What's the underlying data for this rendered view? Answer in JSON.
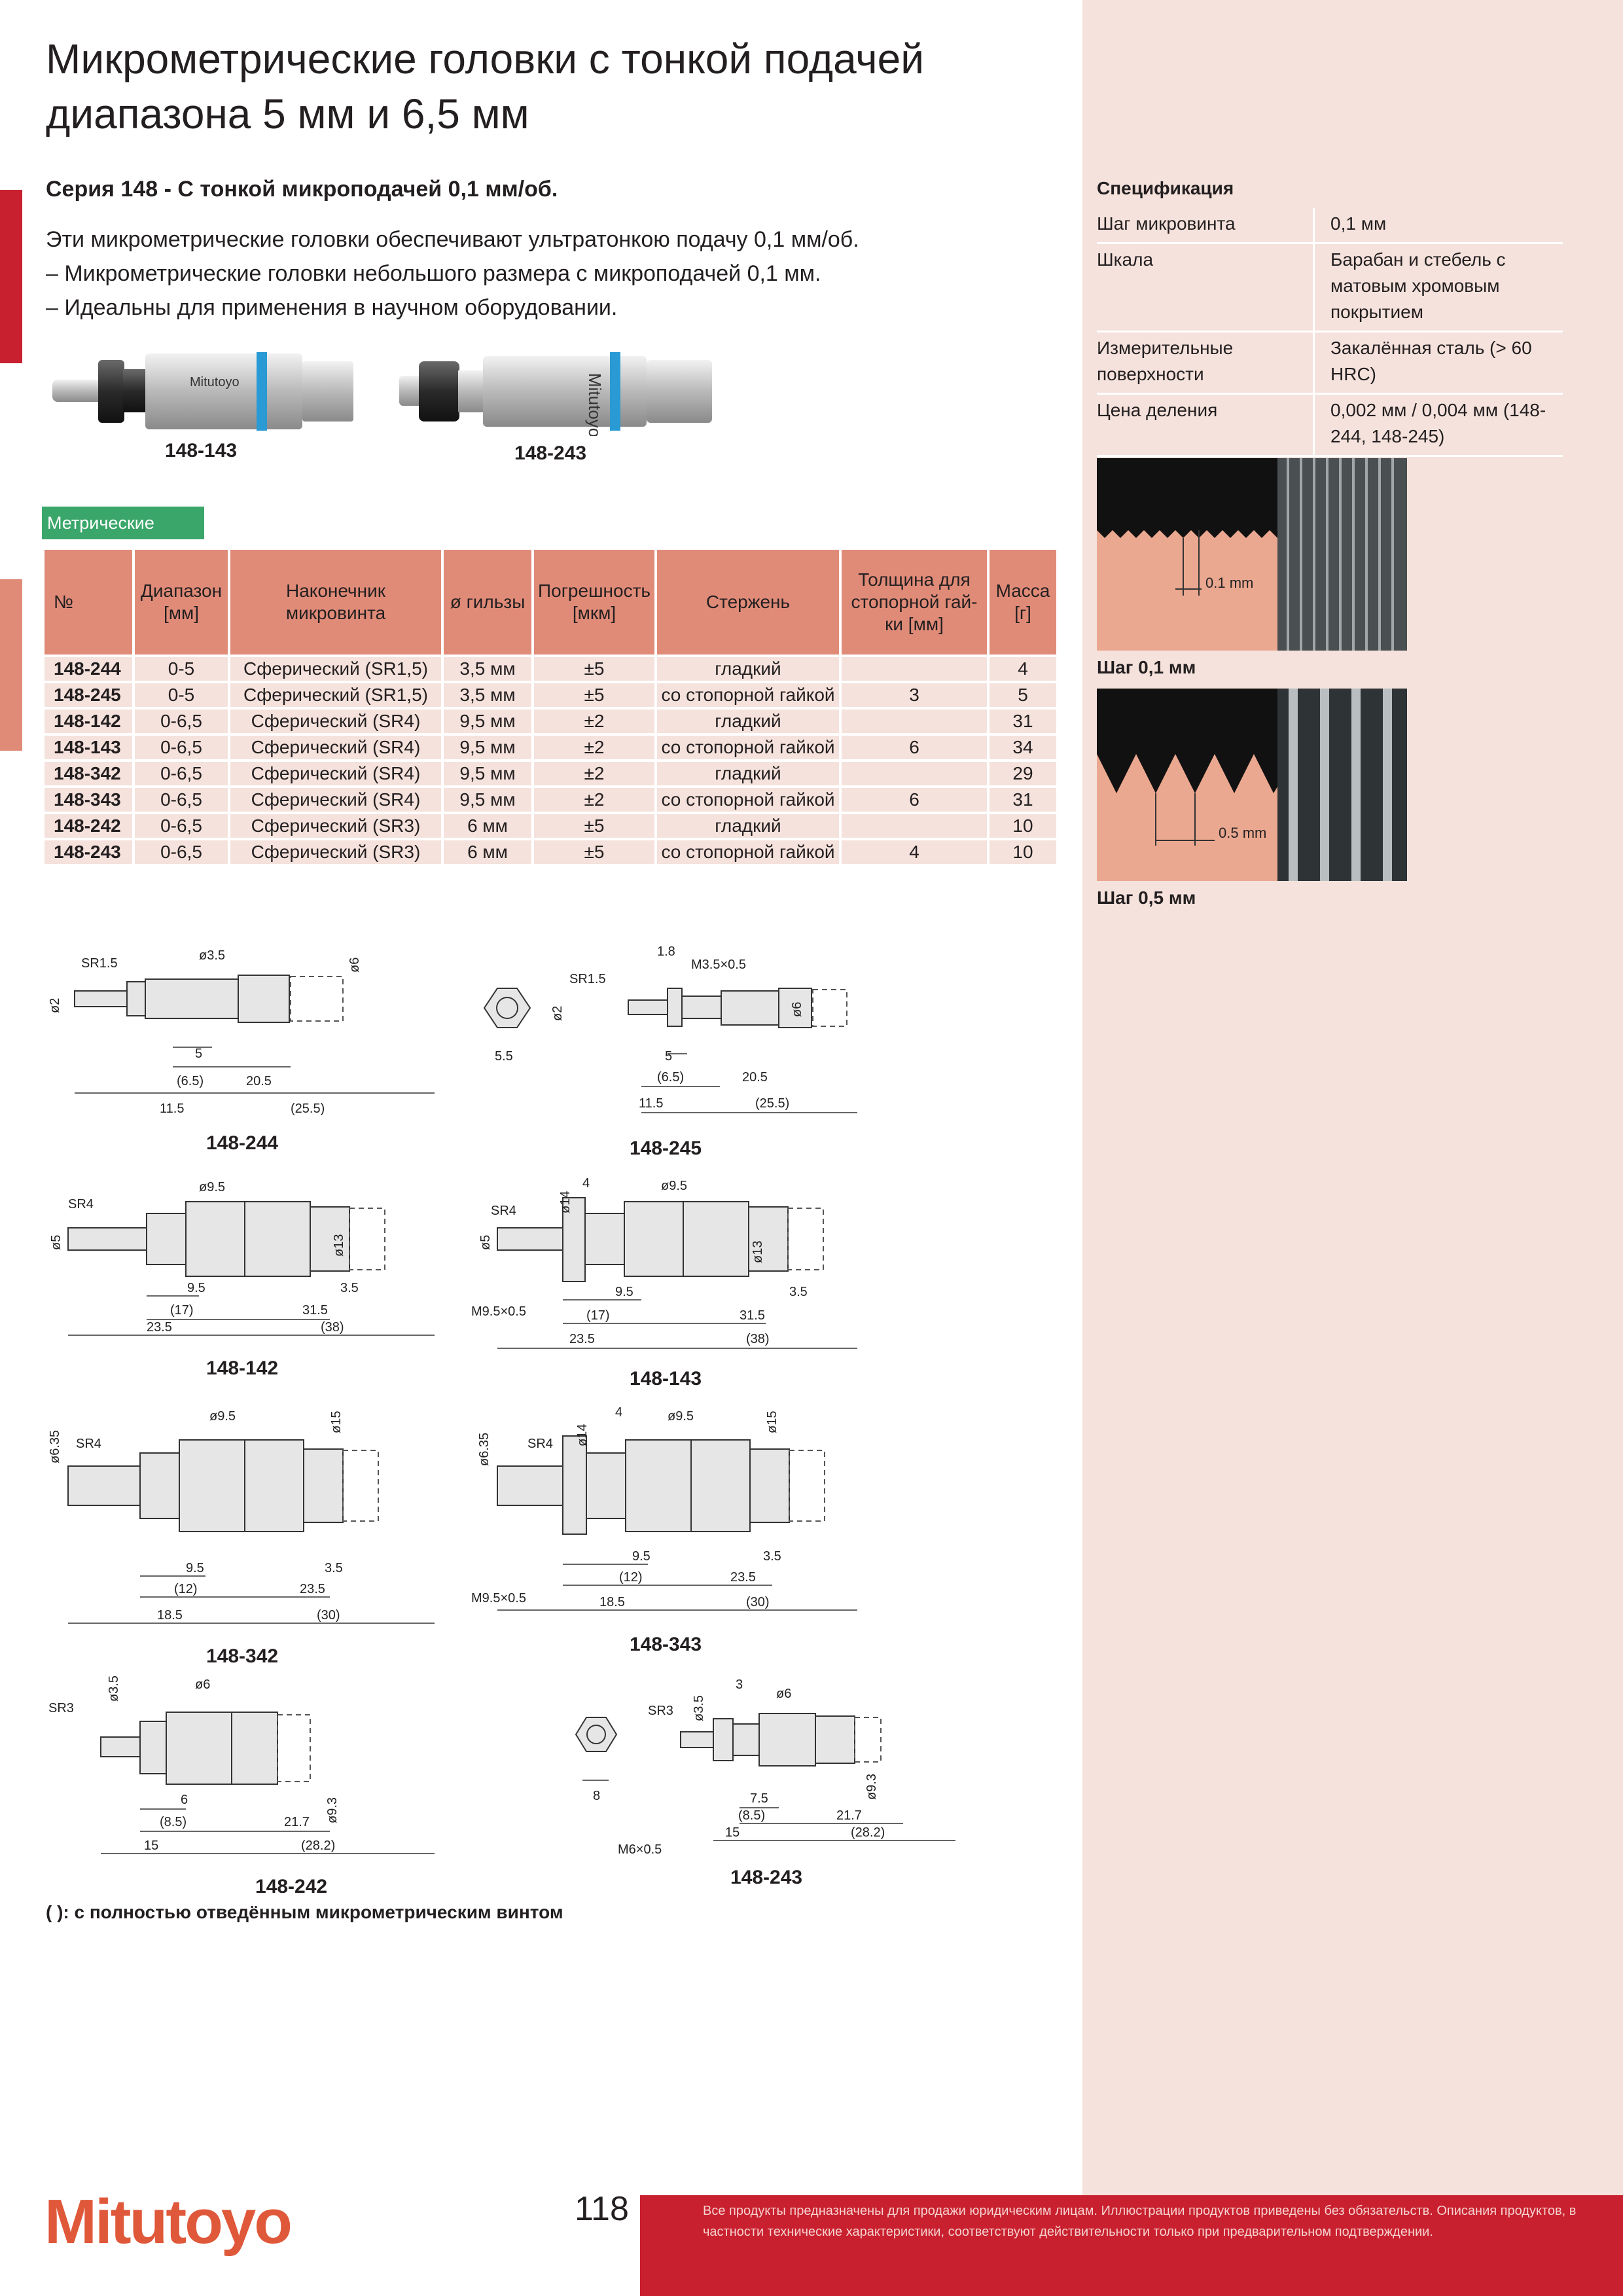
{
  "title": "Микрометрические головки с тонкой подачей диапазона 5 мм и 6,5 мм",
  "subtitle": "Серия 148 - С тонкой микроподачей 0,1 мм/об.",
  "intro": [
    "Эти микрометрические головки обеспечивают ультратонкою подачу 0,1 мм/об.",
    "– Микрометрические головки небольшого размера с микроподачей 0,1 мм.",
    "– Идеальны для применения в научном оборудовании."
  ],
  "photos": [
    {
      "caption": "148-143",
      "brand": "Mitutoyo"
    },
    {
      "caption": "148-243",
      "brand": "Mitutoyo"
    }
  ],
  "metric_tag": "Метрические",
  "table": {
    "headers": [
      "№",
      "Диапазон [мм]",
      "Наконечник микровинта",
      "ø гильзы",
      "Погрешность [мкм]",
      "Стержень",
      "Толщина для стопорной гай-ки [мм]",
      "Масса [г]"
    ],
    "rows": [
      [
        "148-244",
        "0-5",
        "Сферический (SR1,5)",
        "3,5 мм",
        "±5",
        "гладкий",
        "",
        "4"
      ],
      [
        "148-245",
        "0-5",
        "Сферический (SR1,5)",
        "3,5 мм",
        "±5",
        "со стопорной гайкой",
        "3",
        "5"
      ],
      [
        "148-142",
        "0-6,5",
        "Сферический (SR4)",
        "9,5 мм",
        "±2",
        "гладкий",
        "",
        "31"
      ],
      [
        "148-143",
        "0-6,5",
        "Сферический (SR4)",
        "9,5 мм",
        "±2",
        "со стопорной гайкой",
        "6",
        "34"
      ],
      [
        "148-342",
        "0-6,5",
        "Сферический (SR4)",
        "9,5 мм",
        "±2",
        "гладкий",
        "",
        "29"
      ],
      [
        "148-343",
        "0-6,5",
        "Сферический (SR4)",
        "9,5 мм",
        "±2",
        "со стопорной гайкой",
        "6",
        "31"
      ],
      [
        "148-242",
        "0-6,5",
        "Сферический (SR3)",
        "6 мм",
        "±5",
        "гладкий",
        "",
        "10"
      ],
      [
        "148-243",
        "0-6,5",
        "Сферический (SR3)",
        "6 мм",
        "±5",
        "со стопорной гайкой",
        "4",
        "10"
      ]
    ]
  },
  "spec": {
    "title": "Спецификация",
    "rows": [
      {
        "k": "Шаг микровинта",
        "v": "0,1 мм"
      },
      {
        "k": "Шкала",
        "v": "Барабан и стебель с матовым хромовым покрытием"
      },
      {
        "k": "Измерительные поверхности",
        "v": "Закалённая сталь (> 60 HRC)"
      },
      {
        "k": "Цена деления",
        "v": "0,002 мм / 0,004 мм (148-244, 148-245)"
      }
    ]
  },
  "threads": [
    {
      "label": "0.1 mm",
      "caption": "Шаг 0,1 мм"
    },
    {
      "label": "0.5 mm",
      "caption": "Шаг 0,5 мм"
    }
  ],
  "drawings": [
    {
      "caption": "148-244",
      "dims": [
        "SR1.5",
        "ø2",
        "ø3.5",
        "ø6",
        "5",
        "(6.5)",
        "20.5",
        "11.5",
        "(25.5)"
      ]
    },
    {
      "caption": "148-245",
      "dims": [
        "1.8",
        "M3.5×0.5",
        "SR1.5",
        "ø2",
        "ø6",
        "5.5",
        "5",
        "(6.5)",
        "20.5",
        "11.5",
        "(25.5)"
      ]
    },
    {
      "caption": "148-142",
      "dims": [
        "SR4",
        "ø5",
        "ø9.5",
        "ø13",
        "9.5",
        "3.5",
        "(17)",
        "31.5",
        "23.5",
        "(38)"
      ]
    },
    {
      "caption": "148-143",
      "dims": [
        "4",
        "SR4",
        "ø14",
        "ø9.5",
        "ø5",
        "ø13",
        "M9.5×0.5",
        "9.5",
        "3.5",
        "(17)",
        "31.5",
        "23.5",
        "(38)"
      ]
    },
    {
      "caption": "148-342",
      "dims": [
        "ø6.35",
        "SR4",
        "ø9.5",
        "ø15",
        "9.5",
        "3.5",
        "(12)",
        "23.5",
        "18.5",
        "(30)"
      ]
    },
    {
      "caption": "148-343",
      "dims": [
        "ø6.35",
        "SR4",
        "ø14",
        "4",
        "ø9.5",
        "ø15",
        "M9.5×0.5",
        "9.5",
        "3.5",
        "(12)",
        "23.5",
        "18.5",
        "(30)"
      ]
    },
    {
      "caption": "148-242",
      "dims": [
        "SR3",
        "ø3.5",
        "ø6",
        "6",
        "(8.5)",
        "21.7",
        "ø9.3",
        "15",
        "(28.2)"
      ]
    },
    {
      "caption": "148-243",
      "dims": [
        "3",
        "SR3",
        "ø3.5",
        "ø6",
        "8",
        "7.5",
        "(8.5)",
        "21.7",
        "ø9.3",
        "15",
        "(28.2)",
        "M6×0.5"
      ]
    }
  ],
  "footnote": "( ): с полностью отведённым микрометрическим винтом",
  "footer": {
    "logo": "Mitutoyo",
    "page": "118",
    "disclaimer": "Все продукты предназначены для продажи юридическим лицам. Иллюстрации продуктов приведены без обязательств. Описания продуктов, в частности технические характеристики, соответствуют действительности только при предварительном подтверждении."
  },
  "colors": {
    "accent_red": "#c8202f",
    "table_header": "#e08b78",
    "table_row": "#f5e2dc",
    "metric_green": "#3aa66a",
    "logo": "#e0583a"
  }
}
